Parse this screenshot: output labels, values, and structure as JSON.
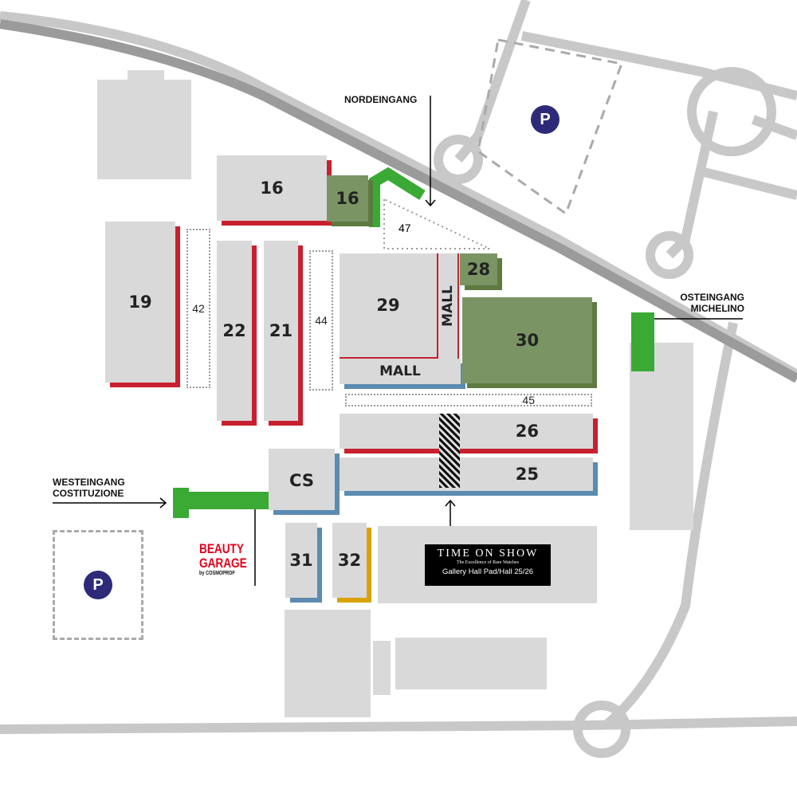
{
  "halls": {
    "h16": "16",
    "h16b": "16",
    "h19": "19",
    "h22": "22",
    "h21": "21",
    "h29": "29",
    "h28": "28",
    "h30": "30",
    "h26": "26",
    "h25": "25",
    "cs": "CS",
    "h31": "31",
    "h32": "32"
  },
  "areas": {
    "a42": "42",
    "a44": "44",
    "a47": "47",
    "a45": "45",
    "mall_v": "MALL",
    "mall_h": "MALL"
  },
  "entrances": {
    "north": "NORDEINGANG",
    "east": "OSTEINGANG MICHELINO",
    "west": "WESTEINGANG COSTITUZIONE"
  },
  "parking": {
    "label": "P"
  },
  "beauty_garage": {
    "line1": "BEAUTY",
    "line2": "GARAGE",
    "by": "by COSMOPROF"
  },
  "time_on_show": {
    "title": "TIME ON SHOW",
    "subtitle": "The Excellence of Rare Watches",
    "location": "Gallery Hall Pad/Hall 25/26"
  },
  "colors": {
    "hall": "#d9d9d9",
    "red": "#c8202f",
    "blue": "#5b8bb0",
    "yellow": "#d9a20a",
    "green_hall": "#7a9464",
    "entrance": "#3aaa35",
    "parking": "#2d2a7a"
  }
}
